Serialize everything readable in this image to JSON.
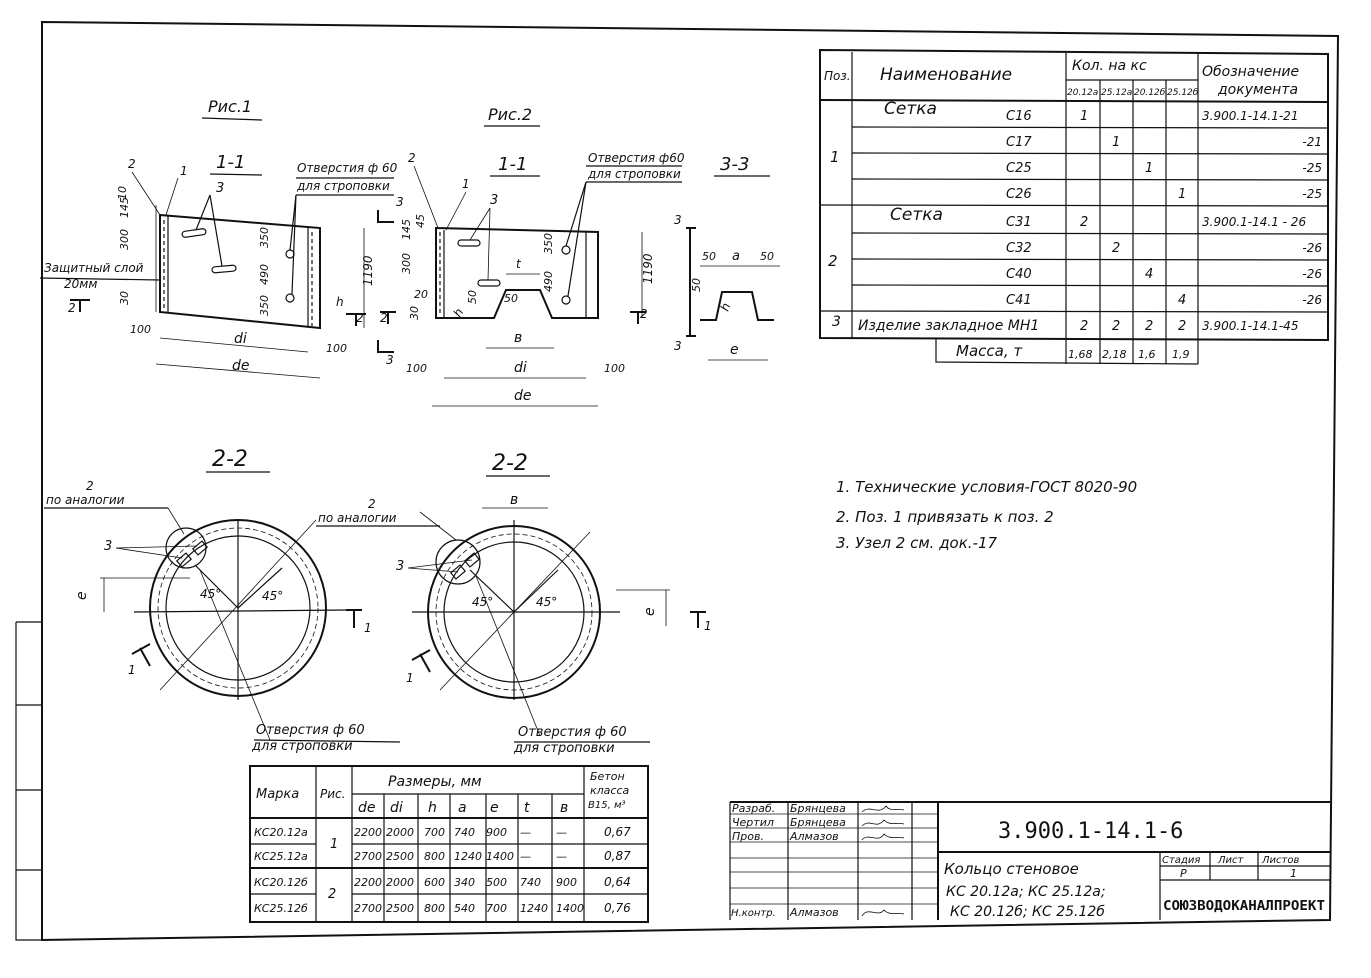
{
  "figure1": {
    "title": "Рис.1",
    "section_title": "1-1",
    "holes_label": "Отверстия ф 60",
    "holes_label2": "для строповки",
    "protective_layer": "Защитный слой",
    "protective_layer2": "20мм",
    "callouts": [
      "2",
      "1",
      "3"
    ],
    "dims": [
      "10",
      "145",
      "300",
      "30",
      "350",
      "490",
      "350",
      "1190",
      "100",
      "di",
      "de",
      "100",
      "2",
      "2",
      "h"
    ]
  },
  "figure2": {
    "title": "Рис.2",
    "section_title": "1-1",
    "holes_label": "Отверстия ф60",
    "holes_label2": "для строповки",
    "callouts": [
      "2",
      "1",
      "3",
      "3",
      "3"
    ],
    "dims": [
      "45",
      "145",
      "300",
      "20",
      "30",
      "50",
      "t",
      "50",
      "в",
      "350",
      "490",
      "1190",
      "h",
      "100",
      "di",
      "de",
      "100",
      "2",
      "2"
    ]
  },
  "section33": {
    "title": "3-3",
    "dims": [
      "50",
      "a",
      "50",
      "50",
      "h",
      "e",
      "3",
      "3"
    ]
  },
  "plan1": {
    "title": "2-2",
    "callout2": "2",
    "callout2b": "по аналогии",
    "callout3": "3",
    "angle1": "45°",
    "angle2": "45°",
    "dim_e": "e",
    "section_mark": "1",
    "holes_label": "Отверстия ф 60",
    "holes_label2": "для строповки"
  },
  "plan2": {
    "title": "2-2",
    "callout2": "2",
    "callout2b": "по аналогии",
    "callout3": "3",
    "dim_b": "в",
    "angle1": "45°",
    "angle2": "45°",
    "dim_e": "e",
    "section_mark": "1",
    "holes_label": "Отверстия ф 60",
    "holes_label2": "для строповки"
  },
  "spec_table": {
    "headers": {
      "pos": "Поз.",
      "name": "Наименование",
      "qty": "Кол. на кс",
      "doc": "Обозначение",
      "doc2": "документа",
      "cols": [
        "20.12а",
        "25.12а",
        "20.12б",
        "25.12б"
      ]
    },
    "rows": [
      {
        "pos": "1",
        "name": "Сетка",
        "code": "С16",
        "q": [
          "1",
          "",
          "",
          ""
        ],
        "doc": "3.900.1-14.1-21"
      },
      {
        "pos": "",
        "name": "",
        "code": "С17",
        "q": [
          "",
          "1",
          "",
          ""
        ],
        "doc": "-21"
      },
      {
        "pos": "",
        "name": "",
        "code": "С25",
        "q": [
          "",
          "",
          "1",
          ""
        ],
        "doc": "-25"
      },
      {
        "pos": "",
        "name": "",
        "code": "С26",
        "q": [
          "",
          "",
          "",
          "1"
        ],
        "doc": "-25"
      },
      {
        "pos": "2",
        "name": "Сетка",
        "code": "С31",
        "q": [
          "2",
          "",
          "",
          ""
        ],
        "doc": "3.900.1-14.1 - 26"
      },
      {
        "pos": "",
        "name": "",
        "code": "С32",
        "q": [
          "",
          "2",
          "",
          ""
        ],
        "doc": "-26"
      },
      {
        "pos": "",
        "name": "",
        "code": "С40",
        "q": [
          "",
          "",
          "4",
          ""
        ],
        "doc": "-26"
      },
      {
        "pos": "",
        "name": "",
        "code": "С41",
        "q": [
          "",
          "",
          "",
          "4"
        ],
        "doc": "-26"
      },
      {
        "pos": "3",
        "name": "Изделие закладное МН1",
        "code": "",
        "q": [
          "2",
          "2",
          "2",
          "2"
        ],
        "doc": "3.900.1-14.1-45"
      }
    ],
    "mass_label": "Масса, т",
    "mass": [
      "1,68",
      "2,18",
      "1,6",
      "1,9"
    ]
  },
  "notes": [
    "1. Технические условия-ГОСТ 8020-90",
    "2. Поз. 1 привязать к поз. 2",
    "3. Узел 2 см. док.-17"
  ],
  "size_table": {
    "h_marka": "Марка",
    "h_ris": "Рис.",
    "h_sizes": "Размеры, мм",
    "h_beton": "Бетон",
    "h_beton2": "класса",
    "h_beton3": "В15, м³",
    "cols": [
      "de",
      "di",
      "h",
      "a",
      "e",
      "t",
      "в"
    ],
    "rows": [
      {
        "marka": "КС20.12а",
        "v": [
          "2200",
          "2000",
          "700",
          "740",
          "900",
          "—",
          "—"
        ],
        "beton": "0,67"
      },
      {
        "marka": "КС25.12а",
        "v": [
          "2700",
          "2500",
          "800",
          "1240",
          "1400",
          "—",
          "—"
        ],
        "beton": "0,87"
      },
      {
        "marka": "КС20.12б",
        "v": [
          "2200",
          "2000",
          "600",
          "340",
          "500",
          "740",
          "900"
        ],
        "beton": "0,64"
      },
      {
        "marka": "КС25.12б",
        "v": [
          "2700",
          "2500",
          "800",
          "540",
          "700",
          "1240",
          "1400"
        ],
        "beton": "0,76"
      }
    ],
    "ris": [
      "1",
      "2"
    ]
  },
  "title_block": {
    "roles": [
      "Разраб.",
      "Чертил",
      "Пров.",
      "Н.контр."
    ],
    "names": [
      "Брянцева",
      "Брянцева",
      "Алмазов",
      "Алмазов"
    ],
    "doc_number": "3.900.1-14.1-6",
    "name_line1": "Кольцо стеновое",
    "name_line2": "КС 20.12а;  КС 25.12а;",
    "name_line3": "КС 20.12б;  КС 25.12б",
    "stage_h": "Стадия",
    "sheet_h": "Лист",
    "sheets_h": "Листов",
    "stage": "Р",
    "sheets": "1",
    "org": "СОЮЗВОДОКАНАЛПРОЕКТ"
  }
}
